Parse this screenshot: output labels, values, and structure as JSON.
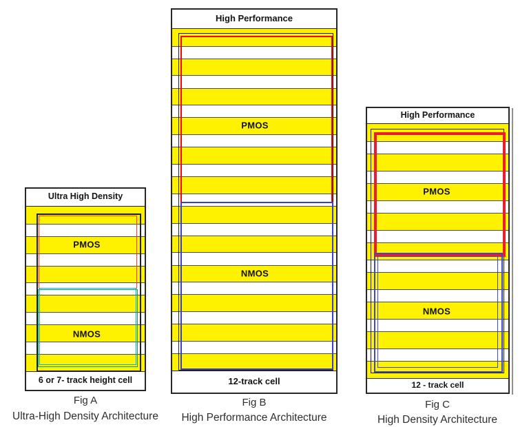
{
  "palette": {
    "track_yellow": "#FFF200",
    "stripe_line": "#4d4d4d",
    "box_border": "#262626",
    "caption_text": "#2e2e2e"
  },
  "figures": [
    {
      "id": "A",
      "header": "Ultra High Density",
      "pmos_label": "PMOS",
      "nmos_label": "NMOS",
      "footer": "6 or 7- track height cell",
      "caption": "Fig A",
      "subcaption": "Ultra-High Density Architecture",
      "stripe_count": 6,
      "colors": {
        "device_frame": "#1F1F1F",
        "pmos_outline": "#FF3B30",
        "nmos_outline_outer": "#00A651",
        "nmos_outline_inner": "#00B0F0"
      }
    },
    {
      "id": "B",
      "header": "High Performance",
      "pmos_label": "PMOS",
      "nmos_label": "NMOS",
      "footer": "12-track cell",
      "caption": "Fig B",
      "subcaption": "High Performance Architecture",
      "stripe_count": 12,
      "colors": {
        "device_frame": "#1F1F1F",
        "pmos_outline": "#FF0000",
        "nmos_outline": "#3A3FC9"
      }
    },
    {
      "id": "C",
      "header": "High Performance",
      "pmos_label": "PMOS",
      "nmos_label": "NMOS",
      "footer": "12 - track cell",
      "caption": "Fig C",
      "subcaption": "High Density Architecture",
      "stripe_count": 9,
      "colors": {
        "device_frame": "#1F1F1F",
        "pmos_outline": "#EC1C2E",
        "nmos_outline": "#3F48CC"
      }
    }
  ]
}
